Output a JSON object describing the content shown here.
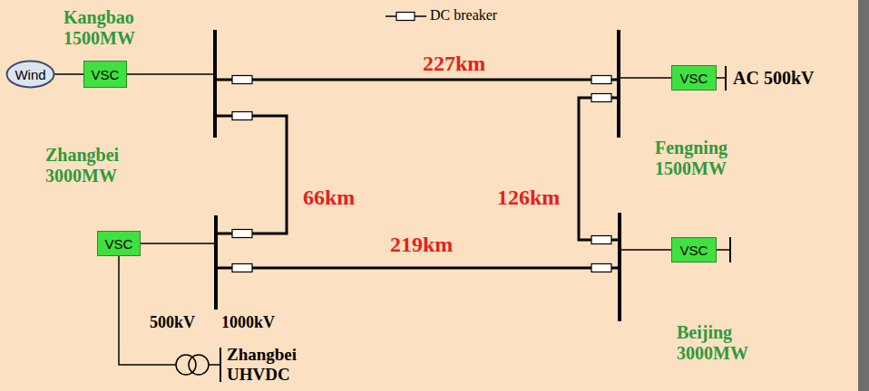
{
  "diagram": {
    "nodes": [
      {
        "text": [
          "Wind"
        ]
      },
      {
        "text": [
          "VSC"
        ]
      },
      {
        "text": [
          "VSC"
        ]
      },
      {
        "text": [
          "VSC"
        ]
      },
      {
        "text": [
          "VSC"
        ]
      }
    ],
    "edges": [
      {
        "from": 0,
        "to": 1,
        "arrow": "none"
      }
    ],
    "labels": [
      "Kangbao 1500MW",
      "227km",
      "AC 500kV",
      "Fengning 1500MW",
      "Zhangbei 3000MW",
      "66km",
      "126km",
      "219km",
      "500kV",
      "1000kV",
      "Beijing 3000MW",
      "Zhangbei UHVDC"
    ],
    "legend": [
      {
        "text": "DC breaker"
      }
    ]
  }
}
